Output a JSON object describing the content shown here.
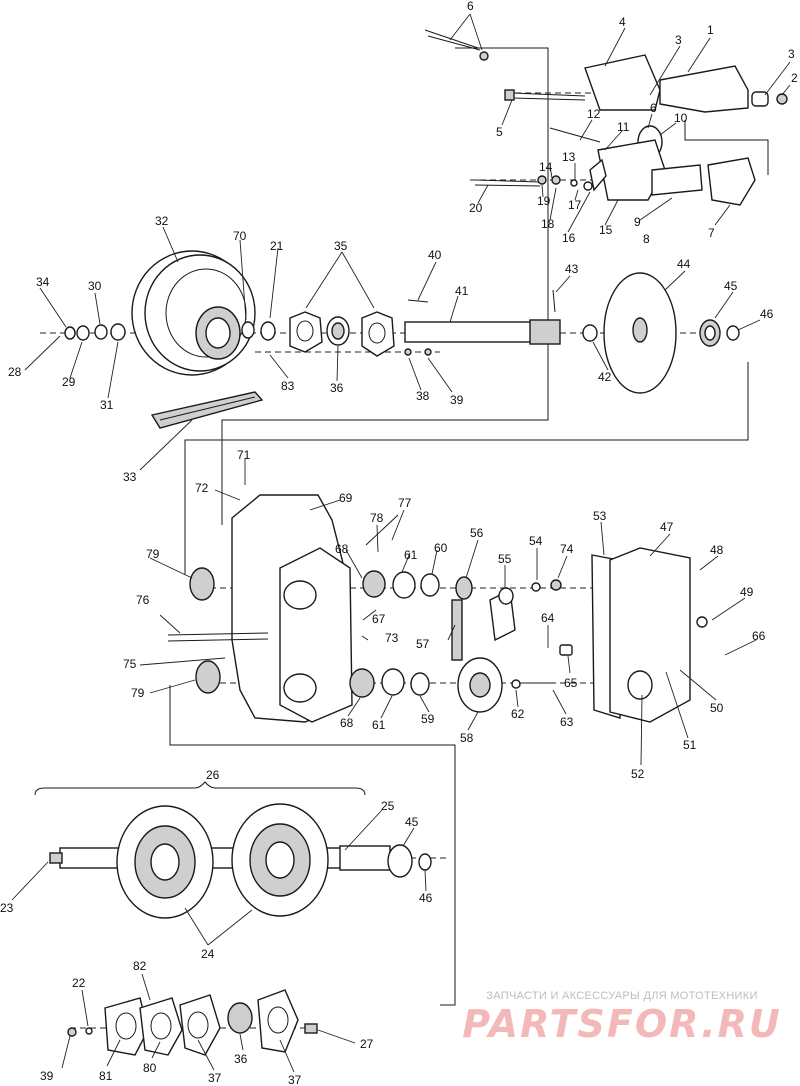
{
  "watermark": {
    "tagline": "ЗАПЧАСТИ И АКСЕССУАРЫ ДЛЯ МОТОТЕХНИКИ",
    "logo": "PARTSFOR.RU",
    "color": "#f3b9b9"
  },
  "callouts": [
    "1",
    "2",
    "3",
    "3",
    "4",
    "5",
    "6",
    "6",
    "7",
    "8",
    "9",
    "10",
    "11",
    "12",
    "13",
    "14",
    "15",
    "16",
    "17",
    "18",
    "19",
    "20",
    "21",
    "22",
    "23",
    "24",
    "25",
    "26",
    "27",
    "28",
    "29",
    "30",
    "31",
    "32",
    "33",
    "34",
    "35",
    "36",
    "36",
    "37",
    "37",
    "38",
    "39",
    "39",
    "40",
    "41",
    "42",
    "43",
    "44",
    "45",
    "45",
    "46",
    "46",
    "47",
    "48",
    "49",
    "50",
    "51",
    "52",
    "53",
    "54",
    "55",
    "56",
    "57",
    "58",
    "59",
    "60",
    "61",
    "61",
    "62",
    "63",
    "64",
    "65",
    "66",
    "67",
    "68",
    "68",
    "69",
    "70",
    "71",
    "72",
    "73",
    "74",
    "75",
    "76",
    "77",
    "78",
    "79",
    "79",
    "80",
    "81",
    "82",
    "83"
  ]
}
